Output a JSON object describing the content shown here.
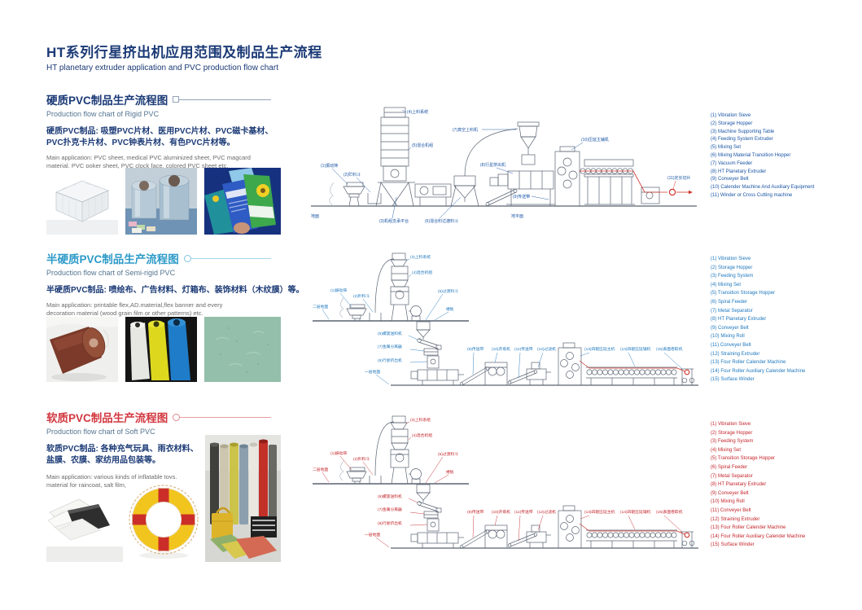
{
  "page": {
    "title_zh": "HT系列行星挤出机应用范围及制品生产流程",
    "title_en": "HT planetary extruder application and PVC production flow chart"
  },
  "colors": {
    "accent_navy": "#1b3a76",
    "accent_lightblue": "#2e9bc8",
    "accent_red": "#d23840",
    "list1_blue": "#1a55a5",
    "list2_blue": "#1f78be",
    "list3_red": "#c4262c"
  },
  "sections": [
    {
      "heading_zh": "硬质PVC制品生产流程图",
      "heading_en": "Production flow chart of Rigid PVC",
      "desc_zh": "硬质PVC制品: 吸塑PVC片材、医用PVC片材、PVC磁卡基材、PVC扑克卡片材、PVC钟表片材、有色PVC片材等。",
      "desc_en": "Main application: PVC sheet, medical PVC aluminized sheet, PVC magcard material, PVC poker sheet, PVC clock face, colored PVC sheet etc.",
      "equipment": [
        "(1) Vibration Sieve",
        "(2) Storage Hopper",
        "(3) Machine Supporting Table",
        "(4) Feeding System Extruder",
        "(5) Mixing Set",
        "(6) Mixing Material Transition Hopper",
        "(7) Vacuum Feeder",
        "(8) HT Planetary Extruder",
        "(9) Conveyer Belt",
        "(10) Calender Machine And Auxiliary Equipment",
        "(11) Winder or Cross Cutting machine"
      ]
    },
    {
      "heading_zh": "半硬质PVC制品生产流程图",
      "heading_en": "Production flow chart of Semi-rigid PVC",
      "desc_zh": "半硬质PVC制品: 喷绘布、广告材料、灯箱布、装饰材料（木纹膜）等。",
      "desc_en": "Main application: printable flex,AD.material,flex banner and every decoration material (wood grain film or other patterns) etc.",
      "equipment": [
        "(1) Vibration Sieve",
        "(2) Storage Hopper",
        "(3) Feeding System",
        "(4) Mixing Set",
        "(5) Transition Storage Hopper",
        "(6) Spiral Feeder",
        "(7) Metal Separator",
        "(8) HT Planetary Extruder",
        "(9) Conveyer Belt",
        "(10) Mixing Roll",
        "(11) Conveyer Belt",
        "(12) Straining Extruder",
        "(13) Four Roller Calender Machine",
        "(14) Four Roller Auxiliary Calender Machine",
        "(15) Surface Winder"
      ]
    },
    {
      "heading_zh": "软质PVC制品生产流程图",
      "heading_en": "Production flow chart of Soft PVC",
      "desc_zh": "软质PVC制品: 各种充气玩具、雨衣材料、盐膜、农膜、家纺用品包装等。",
      "desc_en": "Main application: various kinds of inflatable toys, material for raincoat, salt film, agricultural film and packing for home textile etc.",
      "equipment": [
        "(1) Vibration Sieve",
        "(2) Storage Hopper",
        "(3) Feeding System",
        "(4) Mixing Set",
        "(5) Transition Storage Hopper",
        "(6) Spiral Feeder",
        "(7) Metal Separator",
        "(8) HT Planetary Extruder",
        "(9) Conveyer Belt",
        "(10) Mixing Roll",
        "(11) Conveyer Belt",
        "(12) Straining Extruder",
        "(13) Four Roller Calender Machine",
        "(14) Four Roller Auxiliary Calender Machine",
        "(15) Surface Winder"
      ]
    }
  ],
  "diagram_labels": {
    "rigid": {
      "ground": "地面",
      "ground2": "地平面",
      "l1": "(1)振动筛",
      "l2": "(2)贮料斗",
      "l3": "(3)机组支承平台",
      "l4": "(4)上料系统",
      "l5": "(5)混合机组",
      "l6": "(6)混合料过渡料斗",
      "l7": "(7)真空上料机",
      "l8": "(8)行星挤出机",
      "l9": "(9)传送带",
      "l10": "(10)压延主辅机",
      "l11": "(11)定长切片"
    },
    "flexible": {
      "floor2": "二层地面",
      "floor1": "一层地面",
      "slab": "楼板",
      "l1": "(1)振动筛",
      "l2": "(2)贮料斗",
      "l3": "(3)上料系统",
      "l4": "(4)混合机组",
      "l5": "(5)过渡料斗",
      "l6": "(6)螺旋送料机",
      "l7": "(7)金属分离器",
      "l8": "(8)行星挤出机",
      "l9": "(9)传送带",
      "l10": "(10)开炼机",
      "l11": "(11)传送带",
      "l12": "(12)过滤机",
      "l13": "(13)四辊压延主机",
      "l14": "(14)四辊压延辅机",
      "l15": "(15)表面卷取机"
    }
  }
}
